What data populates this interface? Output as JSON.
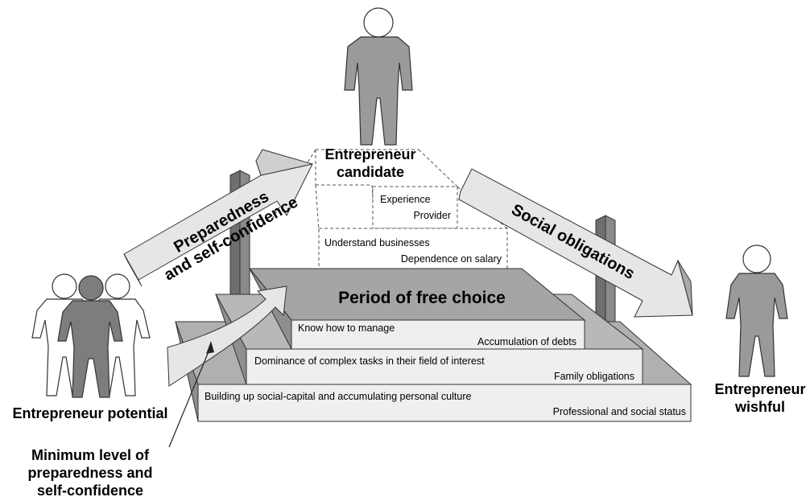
{
  "figures": {
    "candidate": "Entrepreneur\ncandidate",
    "potential": "Entrepreneur potential",
    "wishful": "Entrepreneur\nwishful"
  },
  "arrows": {
    "preparedness": "Preparedness\nand self-confidence",
    "social": "Social obligations"
  },
  "boxes": {
    "experience": "Experience",
    "provider": "Provider",
    "understand": "Understand businesses",
    "dependence": "Dependence on salary"
  },
  "plateau": "Period of free choice",
  "steps": [
    {
      "left": "Know how to manage",
      "right": "Accumulation of debts"
    },
    {
      "left": "Dominance of complex tasks in their field of interest",
      "right": "Family obligations"
    },
    {
      "left": "Building up social-capital and accumulating personal culture",
      "right": "Professional and social status"
    }
  ],
  "minimum": "Minimum level of\npreparedness and\nself-confidence",
  "colors": {
    "figure": "#9a9a9a",
    "figure_dark": "#7d7d7d",
    "step_top": "#b5b5b5",
    "step_top_dark": "#8f8f8f",
    "post": "#8a8a8a",
    "arrow_fill": "#e6e6e6",
    "stroke": "#333333"
  }
}
